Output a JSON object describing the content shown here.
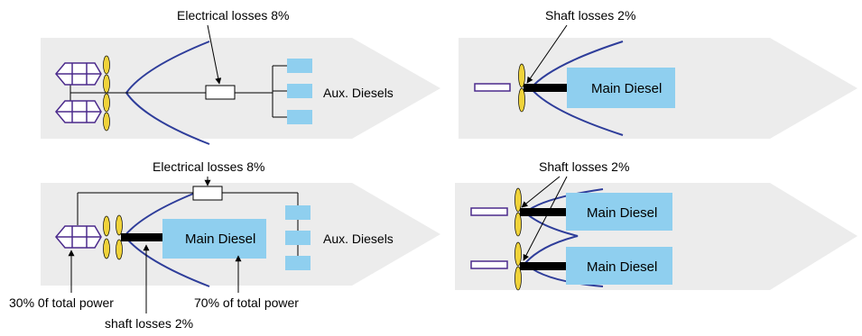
{
  "colors": {
    "hull": "#ececec",
    "engine": "#8fcfef",
    "bow_curve": "#2e3d9a",
    "propeller": "#f0d33a",
    "motor_outline": "#4b2a8c",
    "shaft": "#000000"
  },
  "panels": {
    "diesel_electric": {
      "annotation_top": "Electrical losses 8%",
      "aux_label": "Aux. Diesels"
    },
    "single_direct": {
      "annotation_top": "Shaft losses 2%",
      "engine_label": "Main  Diesel"
    },
    "hybrid": {
      "annotation_top": "Electrical losses 8%",
      "engine_label": "Main  Diesel",
      "aux_label": "Aux. Diesels",
      "bottom_left": "30% 0f total power",
      "bottom_center": "shaft losses 2%",
      "bottom_right": "70% of total power"
    },
    "twin_direct": {
      "annotation_top": "Shaft losses 2%",
      "engine_label_upper": "Main  Diesel",
      "engine_label_lower": "Main  Diesel"
    }
  },
  "icons": [
    "propeller-icon",
    "electric-motor-icon",
    "converter-icon",
    "shaft-icon"
  ]
}
